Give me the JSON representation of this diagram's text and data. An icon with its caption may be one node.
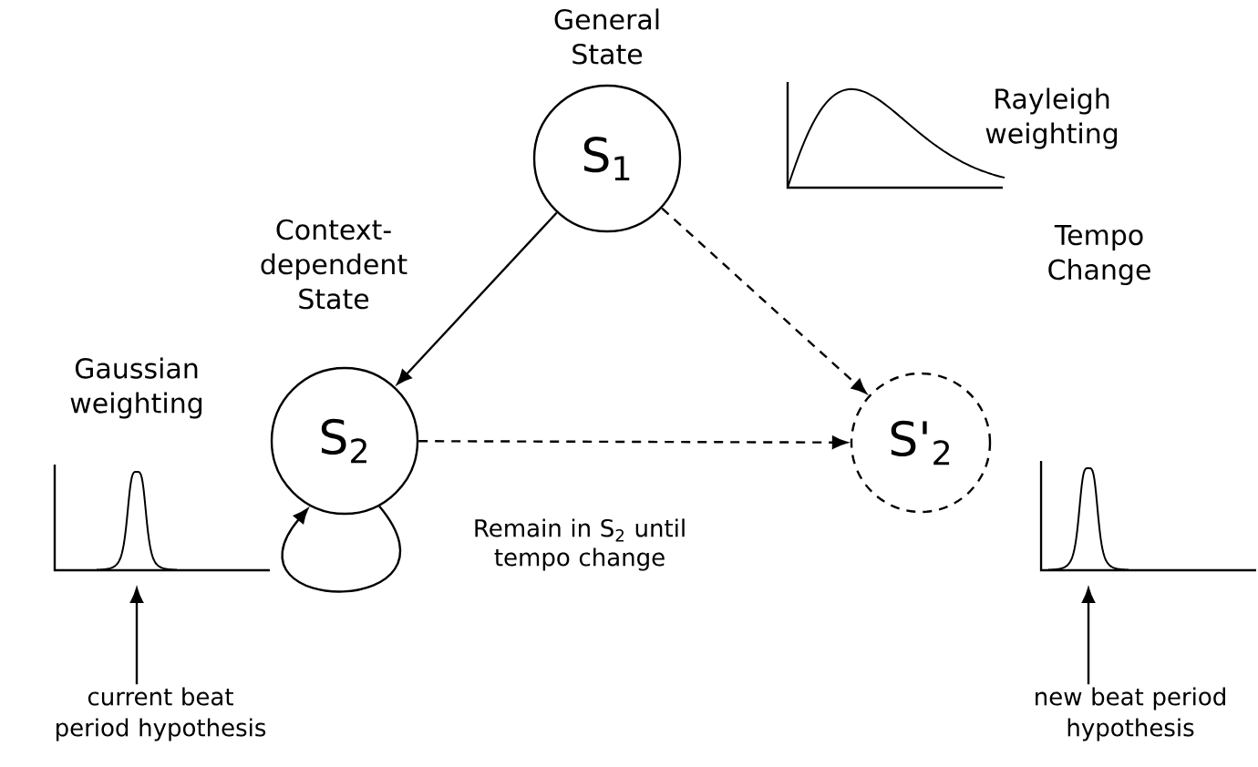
{
  "diagram": {
    "nodes": [
      {
        "text": [
          "S$_{1}$"
        ],
        "beside": [
          "General State"
        ]
      },
      {
        "text": [],
        "shape": "picture",
        "beside": [
          "Rayleigh weighting"
        ]
      },
      {
        "text": [
          "S$_{2}$"
        ],
        "beside": [
          "Context-dependent State"
        ]
      },
      {
        "text": [],
        "shape": "picture",
        "beside": [
          "Gaussian weighting"
        ]
      },
      {
        "text": [
          "S'$_{2}$"
        ]
      },
      {
        "text": [],
        "shape": "picture"
      },
      {
        "text": [
          "current beat period hypothesis"
        ]
      },
      {
        "text": [
          "new beat period hypothesis"
        ]
      }
    ],
    "edges": [
      {
        "from": 0,
        "to": 2,
        "arrow": "to"
      },
      {
        "from": 0,
        "to": 4,
        "arrow": "to",
        "style": "dashed"
      },
      {
        "from": 2,
        "to": 4,
        "arrow": "to",
        "style": "dashed"
      },
      {
        "from": 2,
        "to": 2,
        "arrow": "to",
        "label": "Remain in S$_{2}$ until tempo change"
      },
      {
        "from": 6,
        "to": 3,
        "arrow": "to"
      },
      {
        "from": 7,
        "to": 5,
        "arrow": "to"
      }
    ],
    "labels": [
      "Tempo Change"
    ]
  }
}
